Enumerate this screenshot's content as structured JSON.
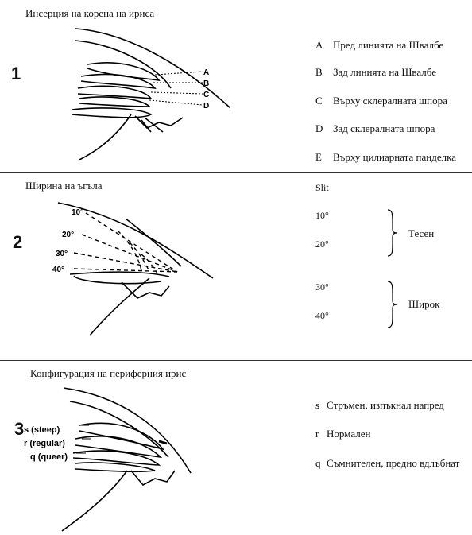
{
  "section1": {
    "number": "1",
    "title": "Инсерция на корена на ириса",
    "diagram_labels": [
      "A",
      "B",
      "C",
      "D"
    ],
    "items": [
      {
        "letter": "A",
        "text": "Пред линията на Швалбе"
      },
      {
        "letter": "B",
        "text": "Зад линията на Швалбе"
      },
      {
        "letter": "C",
        "text": "Върху склералната шпора"
      },
      {
        "letter": "D",
        "text": "Зад склералната шпора"
      },
      {
        "letter": "E",
        "text": "Върху цилиарната панделка"
      }
    ]
  },
  "section2": {
    "number": "2",
    "title": "Ширина на ъгъла",
    "slit_label": "Slit",
    "angles": [
      "10°",
      "20°",
      "30°",
      "40°"
    ],
    "group_narrow": {
      "values": [
        "10°",
        "20°"
      ],
      "label": "Тесен"
    },
    "group_wide": {
      "values": [
        "30°",
        "40°"
      ],
      "label": "Широк"
    }
  },
  "section3": {
    "number": "3",
    "title": "Конфигурация на периферния ирис",
    "diagram_labels": [
      "s (steep)",
      "r (regular)",
      "q (queer)"
    ],
    "items": [
      {
        "letter": "s",
        "text": "Стръмен, изпъкнал напред"
      },
      {
        "letter": "r",
        "text": "Нормален"
      },
      {
        "letter": "q",
        "text": "Съмнителен, предно вдлъбнат"
      }
    ]
  }
}
